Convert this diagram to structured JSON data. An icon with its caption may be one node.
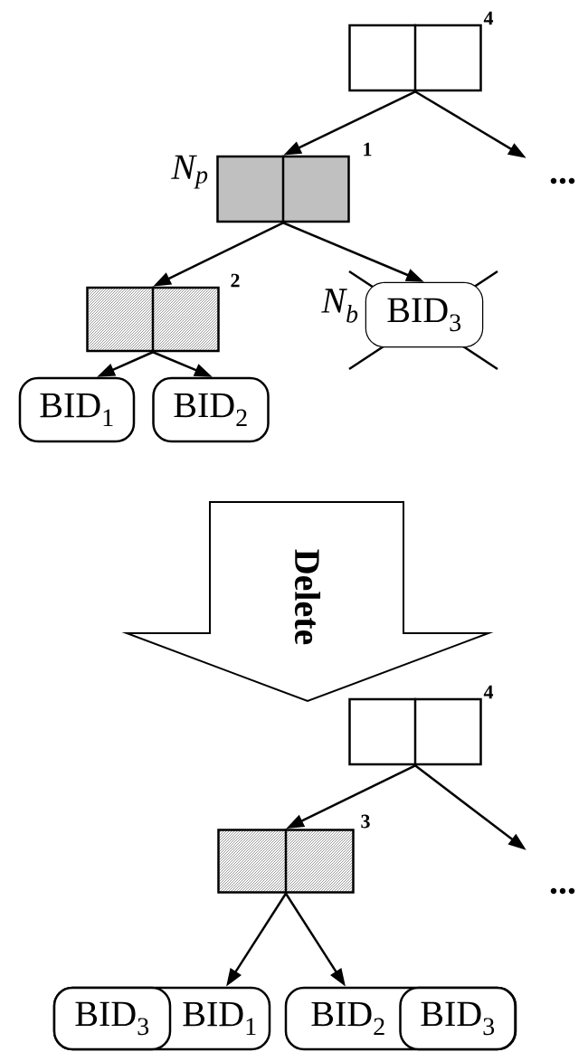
{
  "diagram": {
    "nodes": [
      {
        "text": [],
        "shape": "box",
        "beside": [
          "4"
        ]
      },
      {
        "text": [],
        "shape": "box",
        "beside": [
          "1",
          "N$_{p}$"
        ]
      },
      {
        "text": [
          "..."
        ]
      },
      {
        "text": [],
        "shape": "box",
        "beside": [
          "2"
        ]
      },
      {
        "text": [
          "BID$_{3}$"
        ],
        "beside": [
          "N$_{b}$"
        ]
      },
      {
        "text": [
          "BID$_{1}$"
        ]
      },
      {
        "text": [
          "BID$_{2}$"
        ]
      },
      {
        "text": [
          "Delete"
        ]
      },
      {
        "text": [],
        "shape": "box",
        "beside": [
          "4"
        ]
      },
      {
        "text": [
          "..."
        ]
      },
      {
        "text": [],
        "shape": "box",
        "beside": [
          "3"
        ]
      },
      {
        "text": [
          "BID$_{1}$"
        ]
      },
      {
        "text": [
          "BID$_{3}$"
        ],
        "in": 11
      },
      {
        "text": [
          "BID$_{2}$"
        ]
      },
      {
        "text": [
          "BID$_{3}$"
        ],
        "in": 13
      }
    ],
    "edges": [
      {
        "from": 0,
        "to": 1,
        "arrow": "to"
      },
      {
        "from": 0,
        "to": 2,
        "arrow": "to"
      },
      {
        "from": 1,
        "to": 3,
        "arrow": "to"
      },
      {
        "from": 1,
        "to": 4,
        "arrow": "to"
      },
      {
        "from": 3,
        "to": 5,
        "arrow": "to"
      },
      {
        "from": 3,
        "to": 6,
        "arrow": "to"
      },
      {
        "from": 8,
        "to": 10,
        "arrow": "to"
      },
      {
        "from": 8,
        "to": 9,
        "arrow": "to"
      },
      {
        "from": 10,
        "to": 11,
        "arrow": "to"
      },
      {
        "from": 10,
        "to": 13,
        "arrow": "to"
      }
    ]
  }
}
